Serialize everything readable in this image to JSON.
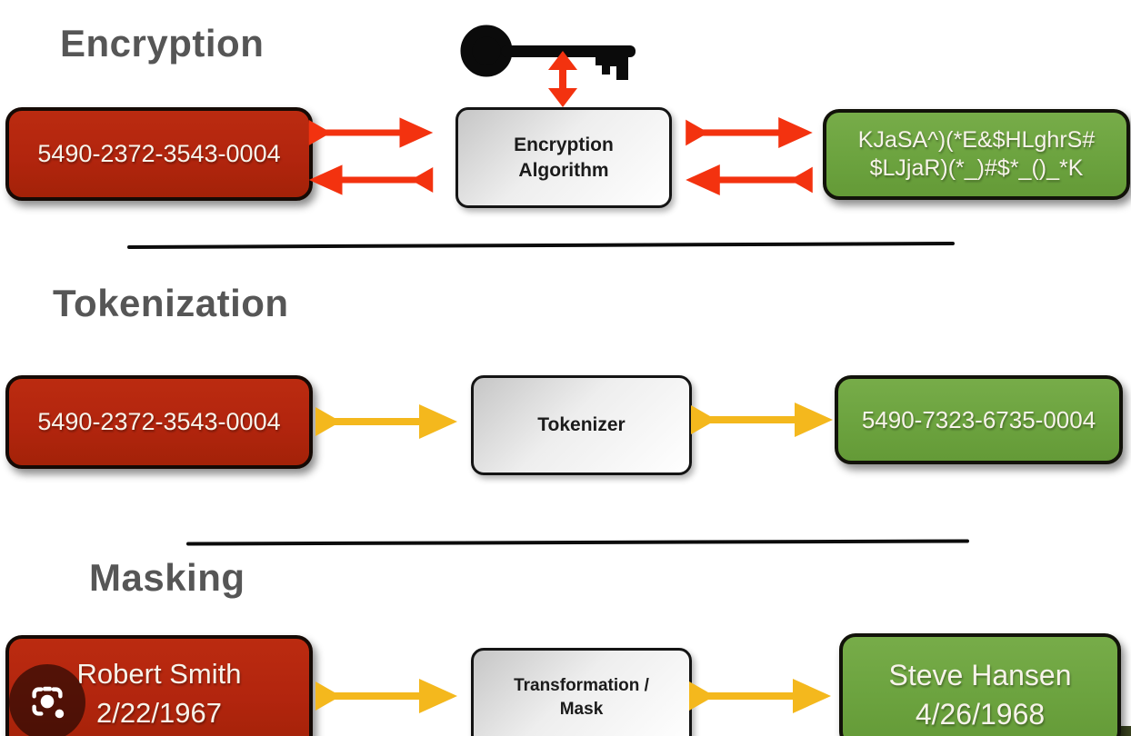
{
  "titles": {
    "encryption": "Encryption",
    "tokenization": "Tokenization",
    "masking": "Masking"
  },
  "encryption": {
    "input": "5490-2372-3543-0004",
    "processor_line1": "Encryption",
    "processor_line2": "Algorithm",
    "output_line1": "KJaSA^)(*E&$HLghrS#",
    "output_line2": "$LJjaR)(*_)#$*_()_*K"
  },
  "tokenization": {
    "input": "5490-2372-3543-0004",
    "processor": "Tokenizer",
    "output": "5490-7323-6735-0004"
  },
  "masking": {
    "input_line1": "Robert Smith",
    "input_line2": "2/22/1967",
    "processor_line1": "Transformation /",
    "processor_line2": "Mask",
    "output_line1": "Steve Hansen",
    "output_line2": "4/26/1968"
  },
  "icons": {
    "key": "skeleton-key",
    "key_link_arrow": "double-headed-vertical-arrow",
    "forward_arrow": "solid-flared-arrow-right",
    "backward_arrow": "solid-flared-arrow-left",
    "lens": "google-lens-camera"
  },
  "colors": {
    "source_red": "#b2250e",
    "result_green": "#6ca33f",
    "arrow_red": "#f3320f",
    "arrow_yellow": "#f4b81d",
    "title_gray": "#565656",
    "divider_black": "#0c0c0c"
  }
}
